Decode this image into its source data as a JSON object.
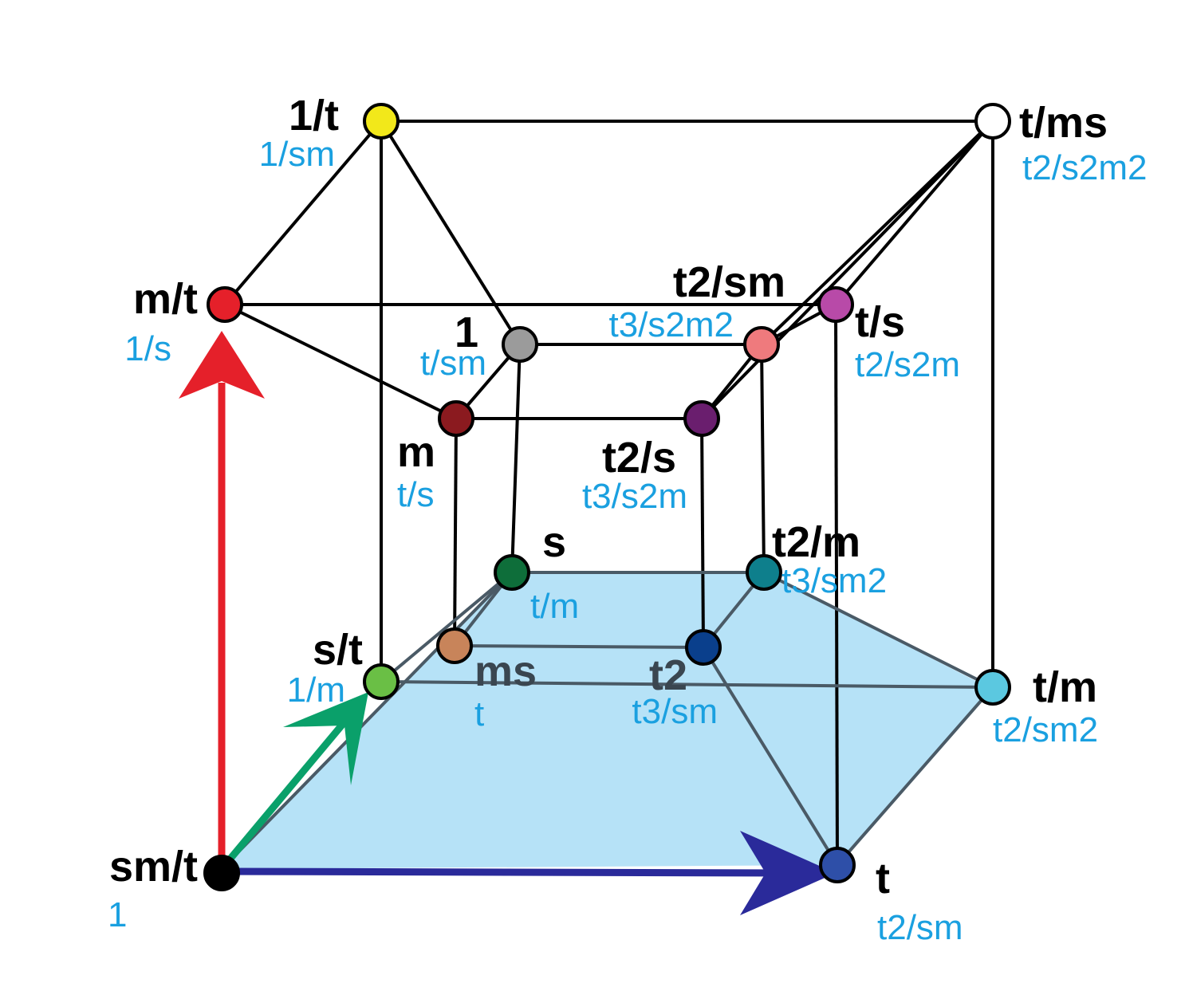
{
  "nodes": {
    "sm_t": {
      "label": "sm/t",
      "sub": "1",
      "color": "#000000"
    },
    "t": {
      "label": "t",
      "sub": "t2/sm",
      "color": "#2e4fa8"
    },
    "t_m": {
      "label": "t/m",
      "sub": "t2/sm2",
      "color": "#5bc8e0"
    },
    "s_t": {
      "label": "s/t",
      "sub": "1/m",
      "color": "#6abf45"
    },
    "ms": {
      "label": "ms",
      "sub": "t",
      "color": "#c8845a"
    },
    "t2": {
      "label": "t2",
      "sub": "t3/sm",
      "color": "#0a3f8c"
    },
    "s": {
      "label": "s",
      "sub": "t/m",
      "color": "#0e6e3a"
    },
    "t2_m": {
      "label": "t2/m",
      "sub": "t3/sm2",
      "color": "#0e7f8c"
    },
    "m": {
      "label": "m",
      "sub": "t/s",
      "color": "#8b1a1f"
    },
    "t2_s": {
      "label": "t2/s",
      "sub": "t3/s2m",
      "color": "#6a1e6e"
    },
    "one": {
      "label": "1",
      "sub": "t/sm",
      "color": "#9b9b9b"
    },
    "t2_sm": {
      "label": "t2/sm",
      "sub": "t3/s2m2",
      "color": "#ef7a7d"
    },
    "m_t": {
      "label": "m/t",
      "sub": "1/s",
      "color": "#e5202a"
    },
    "t_s": {
      "label": "t/s",
      "sub": "t2/s2m",
      "color": "#b84aa8"
    },
    "one_t": {
      "label": "1/t",
      "sub": "1/sm",
      "color": "#f2e81a"
    },
    "t_ms": {
      "label": "t/ms",
      "sub": "t2/s2m2",
      "color": "#ffffff"
    }
  },
  "colors": {
    "plane_fill": "#8fd2f2",
    "arrow_vertical": "#e5202a",
    "arrow_diagonal": "#0aa06a",
    "arrow_horizontal": "#2a2a9a",
    "sub_label": "#1aa0e0"
  }
}
